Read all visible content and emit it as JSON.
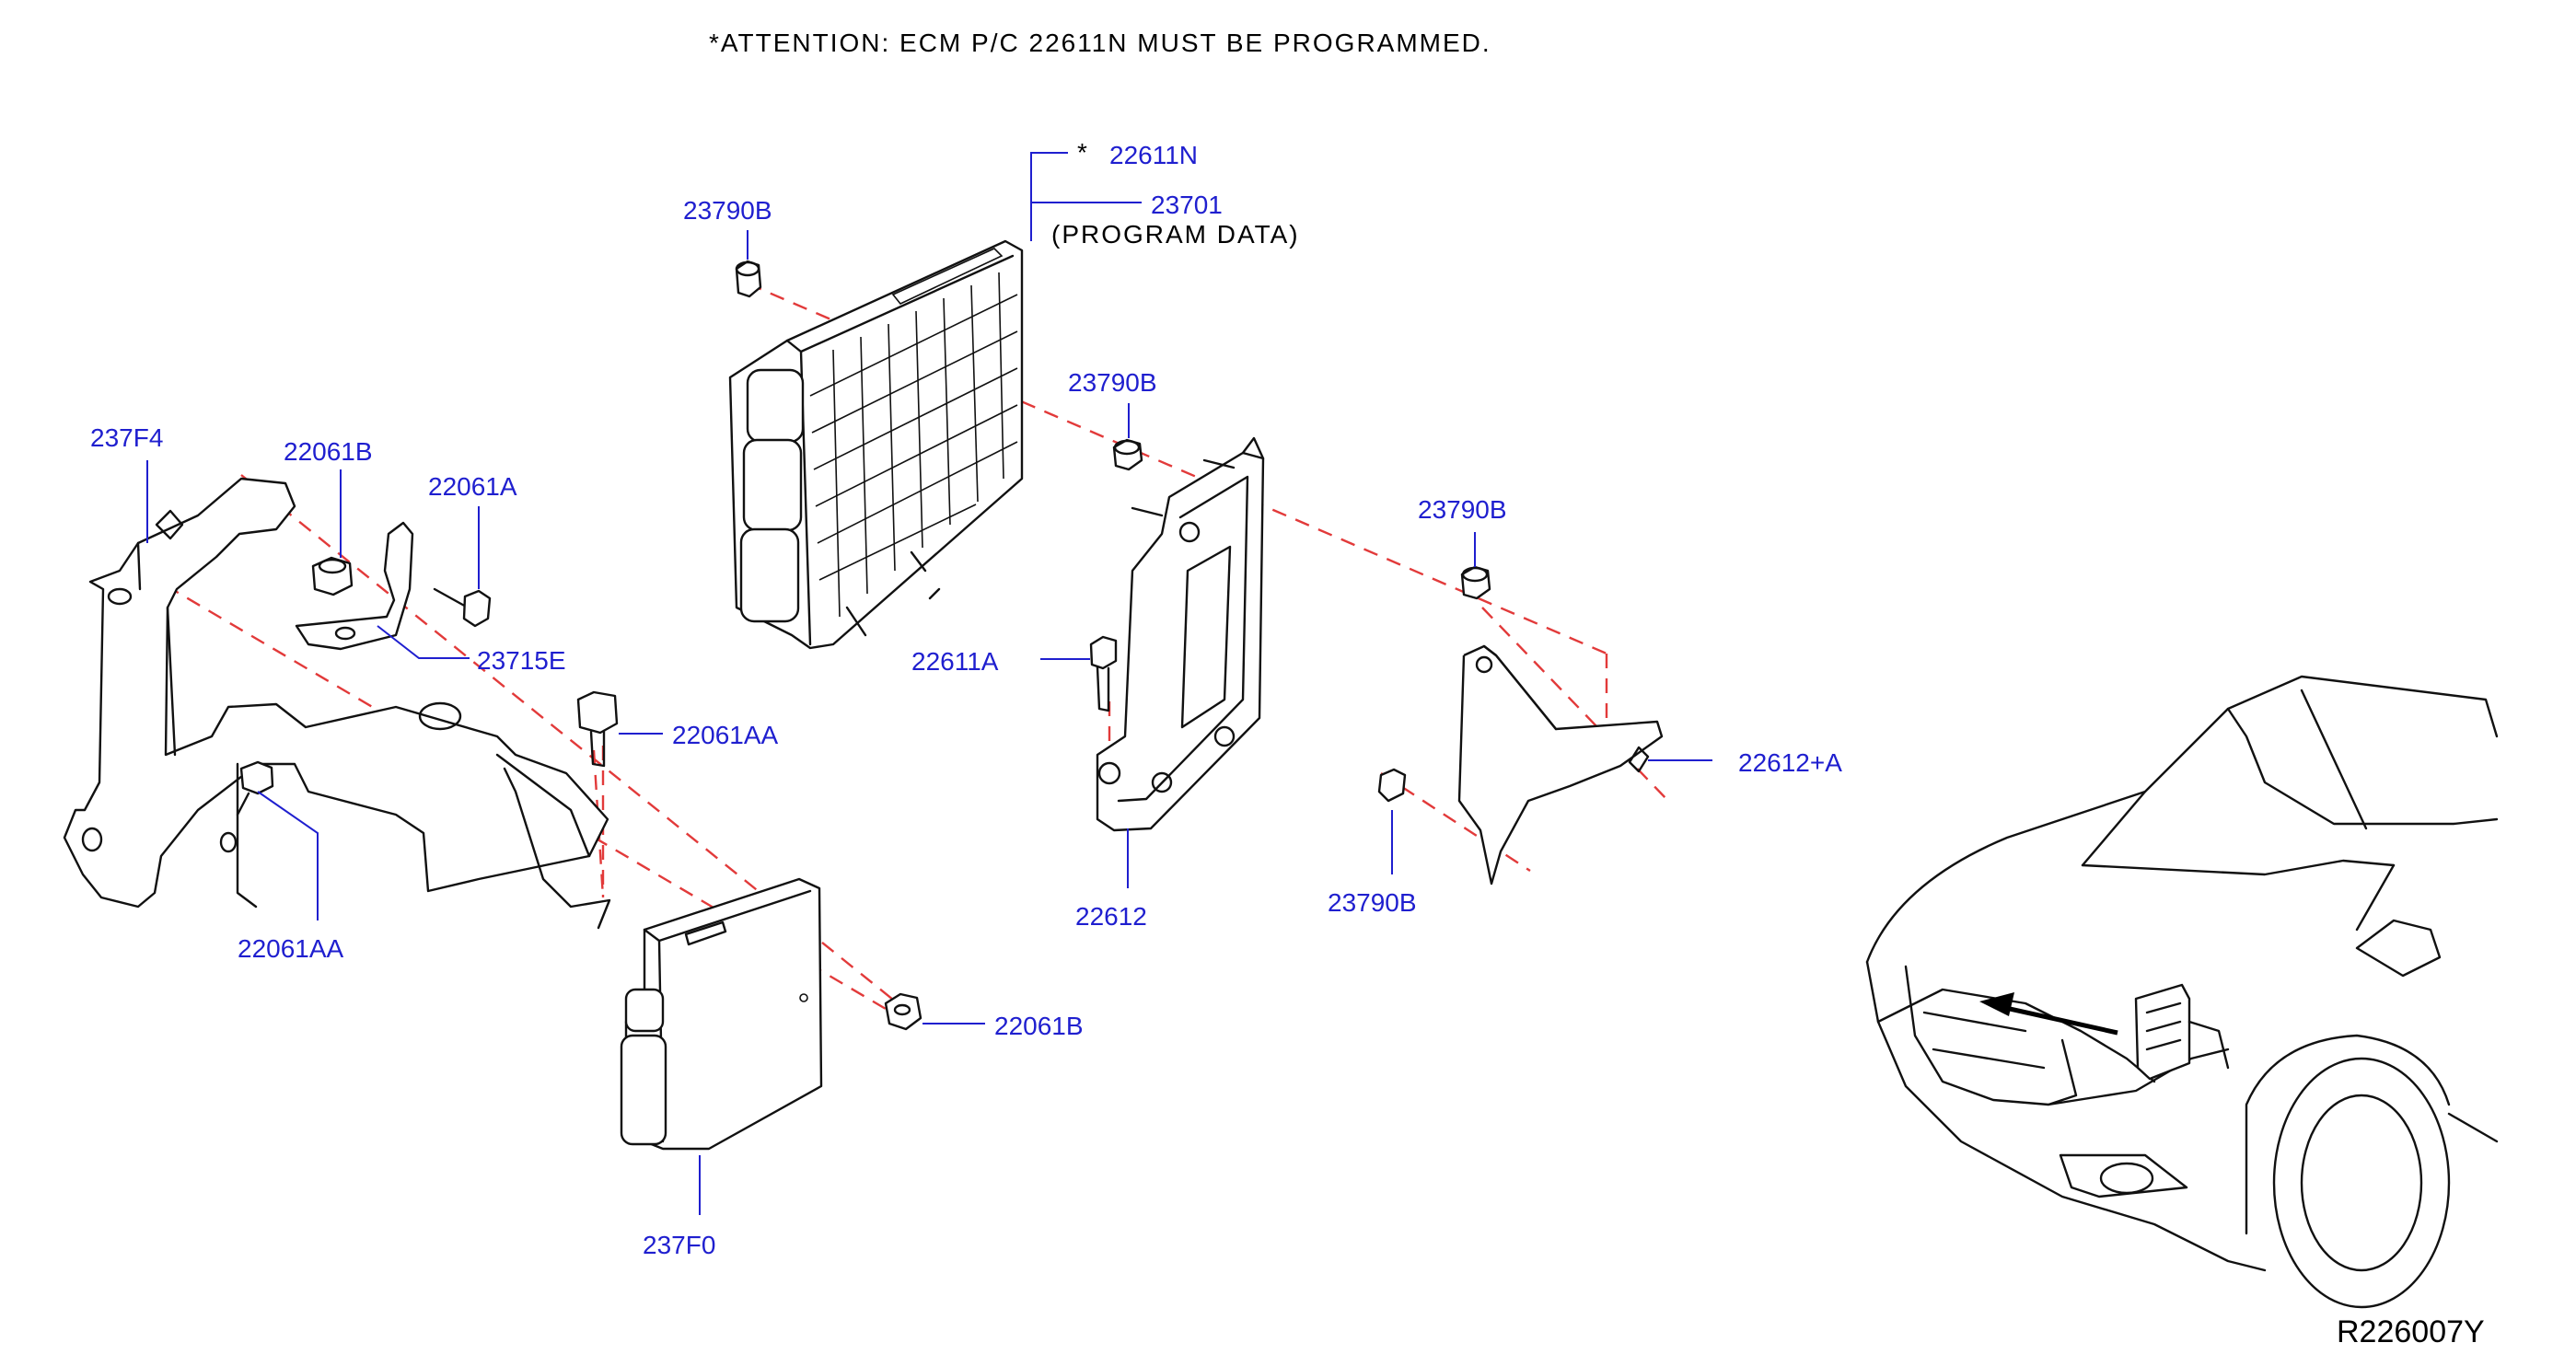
{
  "attention_note": "*ATTENTION:  ECM  P/C  22611N  MUST  BE  PROGRAMMED.",
  "diagram_ref": "R226007Y",
  "labels": {
    "p22611N": "22611N",
    "p22611N_marker": "*",
    "p23701": "23701",
    "p23701_note": "(PROGRAM  DATA)",
    "p23790B_1": "23790B",
    "p23790B_2": "23790B",
    "p23790B_3": "23790B",
    "p23790B_4": "23790B",
    "p237F4": "237F4",
    "p22061B_1": "22061B",
    "p22061B_2": "22061B",
    "p22061A": "22061A",
    "p23715E": "23715E",
    "p22061AA_1": "22061AA",
    "p22061AA_2": "22061AA",
    "p22611A": "22611A",
    "p22612": "22612",
    "p22612A": "22612+A",
    "p237F0": "237F0"
  },
  "colors": {
    "label_blue": "#1f1fcf",
    "dash_red": "#e23a3a",
    "line_black": "#111111"
  }
}
